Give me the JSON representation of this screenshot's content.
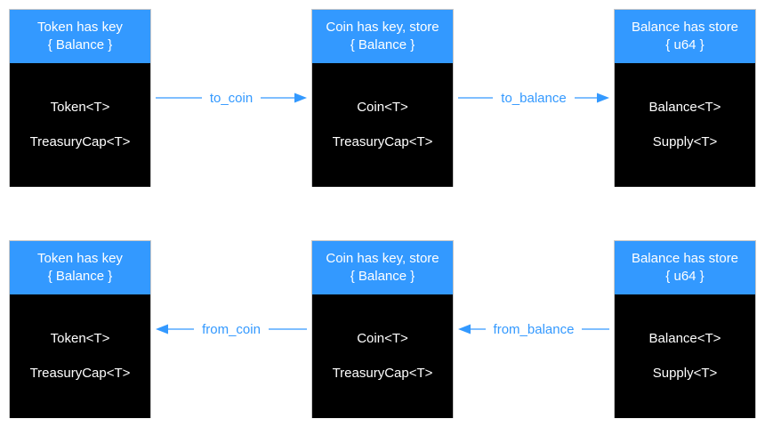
{
  "colors": {
    "header_fill": "#3399ff",
    "body_fill": "#000000",
    "text_on_fill": "#ffffff",
    "arrow": "#3399ff"
  },
  "top_row": {
    "token": {
      "header_line1": "Token has key",
      "header_line2": "{ Balance }",
      "items": [
        "Token<T>",
        "TreasuryCap<T>"
      ]
    },
    "coin": {
      "header_line1": "Coin has key, store",
      "header_line2": "{ Balance }",
      "items": [
        "Coin<T>",
        "TreasuryCap<T>"
      ]
    },
    "balance": {
      "header_line1": "Balance has store",
      "header_line2": "{ u64 }",
      "items": [
        "Balance<T>",
        "Supply<T>"
      ]
    },
    "arrow1_label": "to_coin",
    "arrow2_label": "to_balance"
  },
  "bottom_row": {
    "token": {
      "header_line1": "Token has key",
      "header_line2": "{ Balance }",
      "items": [
        "Token<T>",
        "TreasuryCap<T>"
      ]
    },
    "coin": {
      "header_line1": "Coin has key, store",
      "header_line2": "{ Balance }",
      "items": [
        "Coin<T>",
        "TreasuryCap<T>"
      ]
    },
    "balance": {
      "header_line1": "Balance has store",
      "header_line2": "{ u64 }",
      "items": [
        "Balance<T>",
        "Supply<T>"
      ]
    },
    "arrow1_label": "from_coin",
    "arrow2_label": "from_balance"
  }
}
